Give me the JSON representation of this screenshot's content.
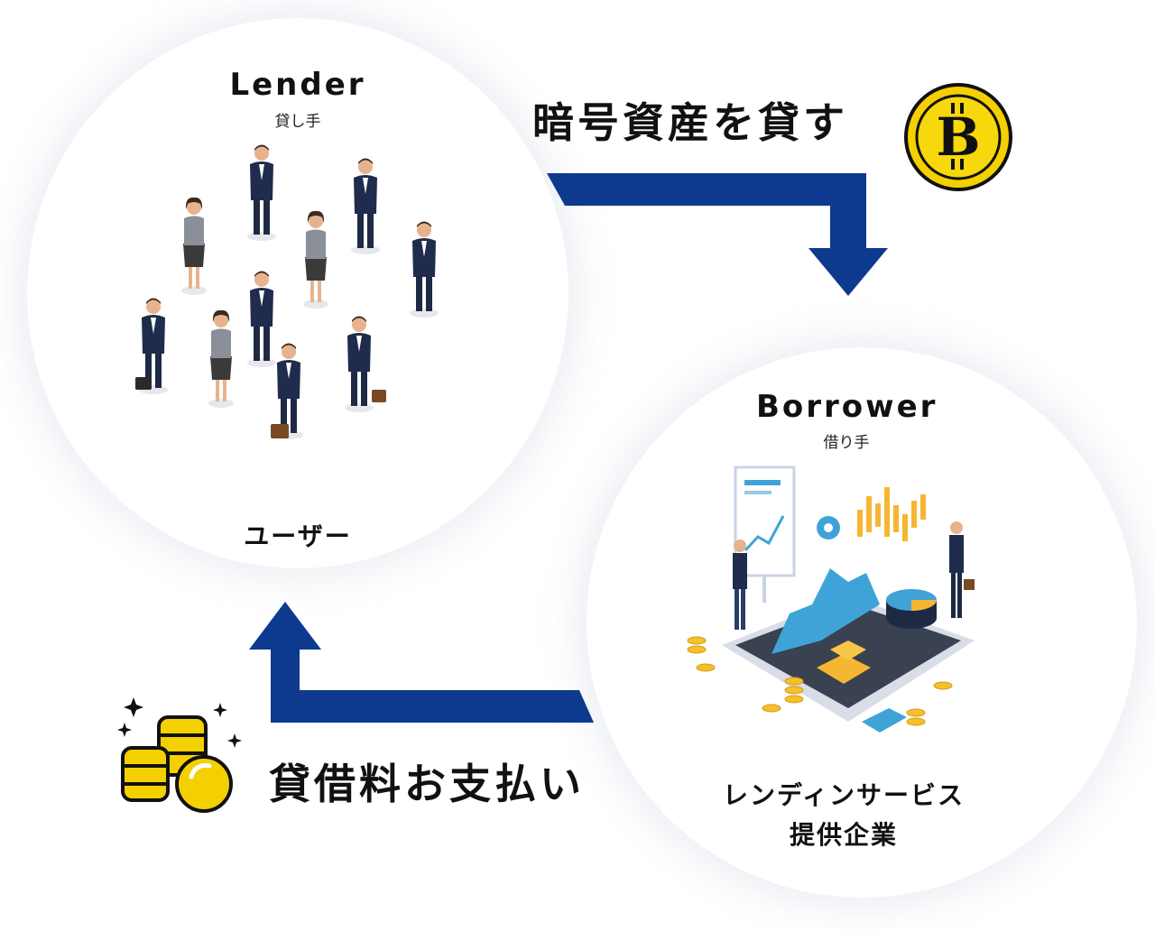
{
  "lender": {
    "title": "Lender",
    "subtitle": "貸し手",
    "label": "ユーザー"
  },
  "borrower": {
    "title": "Borrower",
    "subtitle": "借り手",
    "label_line1": "レンディンサービス",
    "label_line2": "提供企業"
  },
  "top_flow": {
    "label": "暗号資産を貸す",
    "coin_symbol": "B"
  },
  "bottom_flow": {
    "label": "貸借料お支払い"
  },
  "colors": {
    "arrow": "#0d3a8f",
    "coin_gold": "#f5d000",
    "coin_outline": "#111111"
  }
}
